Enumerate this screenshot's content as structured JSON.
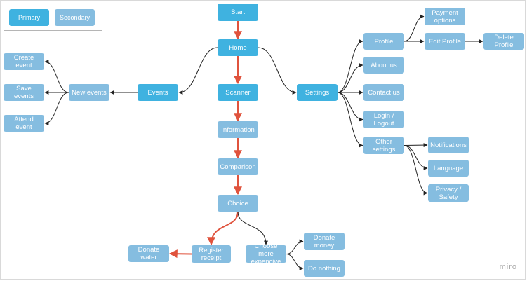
{
  "legend": {
    "primary": "Primary",
    "secondary": "Secondary"
  },
  "nodes": [
    {
      "id": "start",
      "label": "Start",
      "kind": "primary"
    },
    {
      "id": "home",
      "label": "Home",
      "kind": "primary"
    },
    {
      "id": "events",
      "label": "Events",
      "kind": "primary"
    },
    {
      "id": "scanner",
      "label": "Scanner",
      "kind": "primary"
    },
    {
      "id": "settings",
      "label": "Settings",
      "kind": "primary"
    },
    {
      "id": "new-events",
      "label": "New events",
      "kind": "secondary"
    },
    {
      "id": "create-event",
      "label": "Create event",
      "kind": "secondary"
    },
    {
      "id": "save-events",
      "label": "Save events",
      "kind": "secondary"
    },
    {
      "id": "attend-event",
      "label": "Attend event",
      "kind": "secondary"
    },
    {
      "id": "information",
      "label": "Information",
      "kind": "secondary"
    },
    {
      "id": "comparison",
      "label": "Comparison",
      "kind": "secondary"
    },
    {
      "id": "choice",
      "label": "Choice",
      "kind": "secondary"
    },
    {
      "id": "register-receipt",
      "label": "Register receipt",
      "kind": "secondary"
    },
    {
      "id": "donate-water",
      "label": "Donate water",
      "kind": "secondary"
    },
    {
      "id": "choose-more-expencive",
      "label": "Choose more expencive",
      "kind": "secondary"
    },
    {
      "id": "donate-money",
      "label": "Donate money",
      "kind": "secondary"
    },
    {
      "id": "do-nothing",
      "label": "Do nothing",
      "kind": "secondary"
    },
    {
      "id": "profile",
      "label": "Profile",
      "kind": "secondary"
    },
    {
      "id": "payment-options",
      "label": "Payment options",
      "kind": "secondary"
    },
    {
      "id": "edit-profile",
      "label": "Edit Profile",
      "kind": "secondary"
    },
    {
      "id": "delete-profile",
      "label": "Delete Profile",
      "kind": "secondary"
    },
    {
      "id": "about-us",
      "label": "About us",
      "kind": "secondary"
    },
    {
      "id": "contact-us",
      "label": "Contact us",
      "kind": "secondary"
    },
    {
      "id": "login-logout",
      "label": "Login / Logout",
      "kind": "secondary"
    },
    {
      "id": "other-settings",
      "label": "Other settings",
      "kind": "secondary"
    },
    {
      "id": "notifications",
      "label": "Notifications",
      "kind": "secondary"
    },
    {
      "id": "language",
      "label": "Language",
      "kind": "secondary"
    },
    {
      "id": "privacy-safety",
      "label": "Privacy / Safety",
      "kind": "secondary"
    }
  ],
  "edges": [
    {
      "from": "start",
      "to": "home",
      "highlight": true
    },
    {
      "from": "home",
      "to": "scanner",
      "highlight": true
    },
    {
      "from": "home",
      "to": "events",
      "highlight": false
    },
    {
      "from": "home",
      "to": "settings",
      "highlight": false
    },
    {
      "from": "events",
      "to": "new-events",
      "highlight": false
    },
    {
      "from": "new-events",
      "to": "create-event",
      "highlight": false
    },
    {
      "from": "new-events",
      "to": "save-events",
      "highlight": false
    },
    {
      "from": "new-events",
      "to": "attend-event",
      "highlight": false
    },
    {
      "from": "scanner",
      "to": "information",
      "highlight": true
    },
    {
      "from": "information",
      "to": "comparison",
      "highlight": true
    },
    {
      "from": "comparison",
      "to": "choice",
      "highlight": true
    },
    {
      "from": "choice",
      "to": "register-receipt",
      "highlight": true
    },
    {
      "from": "choice",
      "to": "choose-more-expencive",
      "highlight": false
    },
    {
      "from": "register-receipt",
      "to": "donate-water",
      "highlight": true
    },
    {
      "from": "choose-more-expencive",
      "to": "donate-money",
      "highlight": false
    },
    {
      "from": "choose-more-expencive",
      "to": "do-nothing",
      "highlight": false
    },
    {
      "from": "settings",
      "to": "profile",
      "highlight": false
    },
    {
      "from": "settings",
      "to": "about-us",
      "highlight": false
    },
    {
      "from": "settings",
      "to": "contact-us",
      "highlight": false
    },
    {
      "from": "settings",
      "to": "login-logout",
      "highlight": false
    },
    {
      "from": "settings",
      "to": "other-settings",
      "highlight": false
    },
    {
      "from": "profile",
      "to": "payment-options",
      "highlight": false
    },
    {
      "from": "profile",
      "to": "edit-profile",
      "highlight": false
    },
    {
      "from": "edit-profile",
      "to": "delete-profile",
      "highlight": false
    },
    {
      "from": "other-settings",
      "to": "notifications",
      "highlight": false
    },
    {
      "from": "other-settings",
      "to": "language",
      "highlight": false
    },
    {
      "from": "other-settings",
      "to": "privacy-safety",
      "highlight": false
    }
  ],
  "colors": {
    "primary": "#3fb2e0",
    "secondary": "#85bde0",
    "highlight_edge": "#e0533d",
    "edge": "#222222"
  },
  "watermark": "miro"
}
